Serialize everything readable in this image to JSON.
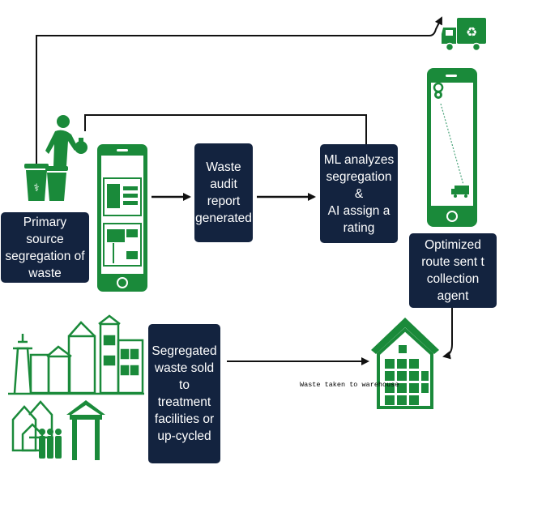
{
  "colors": {
    "green": "#1a8a3a",
    "navy": "#13233f",
    "arrow": "#111111"
  },
  "boxes": {
    "primary": {
      "lines": [
        "Primary source",
        "segregation of",
        "waste"
      ]
    },
    "audit": {
      "lines": [
        "Waste",
        "audit",
        "report",
        "generated"
      ]
    },
    "ml": {
      "lines": [
        "ML analyzes",
        "segregation &",
        "AI assign a",
        "rating"
      ]
    },
    "route": {
      "lines": [
        "Optimized",
        "route sent t",
        "collection agent"
      ]
    },
    "sold": {
      "lines": [
        "Segregated",
        "waste sold",
        "to treatment",
        "facilities or",
        "up-cycled"
      ]
    }
  },
  "note": "Waste taken to warehouse",
  "icons": [
    "waste-bins-icon",
    "person-disposing-icon",
    "smartphone-app-icon",
    "smartphone-map-icon",
    "recycling-truck-icon",
    "warehouse-icon",
    "city-buildings-icon",
    "houses-icon",
    "shelter-icon"
  ]
}
